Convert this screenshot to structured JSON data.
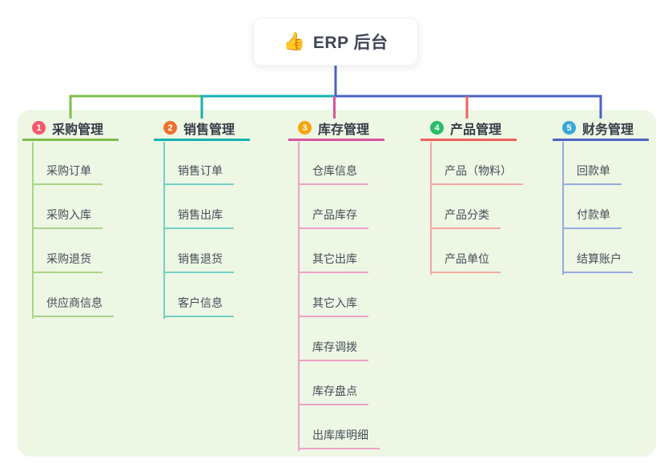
{
  "root": {
    "icon": "👍",
    "label": "ERP 后台"
  },
  "connector_color": "#4b63c4",
  "panel_bg": "#edf7e4",
  "canvas_bg": "#ffffff",
  "branches": [
    {
      "index": "1",
      "label": "采购管理",
      "badge_color": "#f15a6e",
      "line_color": "#7ebd4a",
      "child_line_color": "#a9d484",
      "children": [
        "采购订单",
        "采购入库",
        "采购退货",
        "供应商信息"
      ]
    },
    {
      "index": "2",
      "label": "销售管理",
      "badge_color": "#ed6f2d",
      "line_color": "#13b2ad",
      "child_line_color": "#74cfc9",
      "children": [
        "销售订单",
        "销售出库",
        "销售退货",
        "客户信息"
      ]
    },
    {
      "index": "3",
      "label": "库存管理",
      "badge_color": "#f6a50f",
      "line_color": "#d8549f",
      "child_line_color": "#efa0ca",
      "children": [
        "仓库信息",
        "产品库存",
        "其它出库",
        "其它入库",
        "库存调拨",
        "库存盘点",
        "出库库明细"
      ]
    },
    {
      "index": "4",
      "label": "产品管理",
      "badge_color": "#28bd68",
      "line_color": "#f15f5f",
      "child_line_color": "#f7a6a3",
      "children": [
        "产品（物料）",
        "产品分类",
        "产品单位"
      ]
    },
    {
      "index": "5",
      "label": "财务管理",
      "badge_color": "#38a8da",
      "line_color": "#4b63c4",
      "child_line_color": "#97aae0",
      "children": [
        "回款单",
        "付款单",
        "结算账户"
      ]
    }
  ]
}
